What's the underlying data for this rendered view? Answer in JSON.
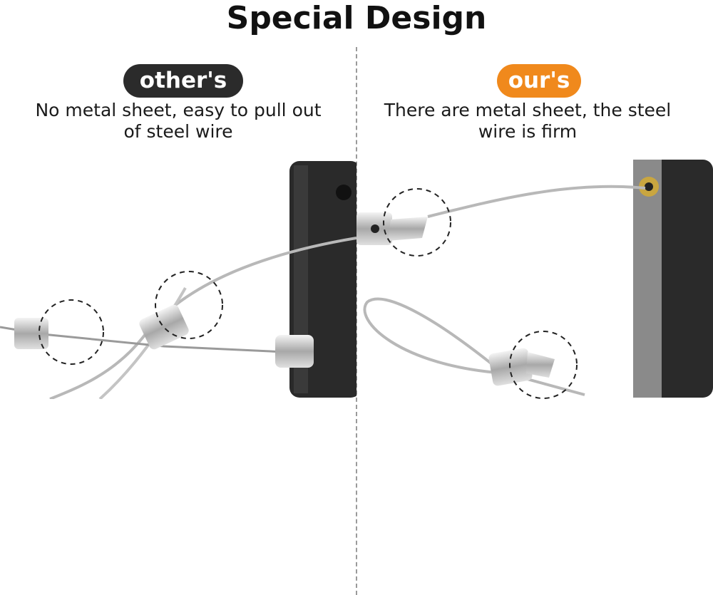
{
  "title": "Special Design",
  "left": {
    "badge": "other's",
    "line1": "No metal sheet, easy to pull out",
    "line2": "of steel wire"
  },
  "right": {
    "badge": "our's",
    "line1": "There are metal sheet, the steel",
    "line2": "wire is firm"
  },
  "colors": {
    "dark_badge": "#2b2b2b",
    "accent": "#f0891c"
  }
}
